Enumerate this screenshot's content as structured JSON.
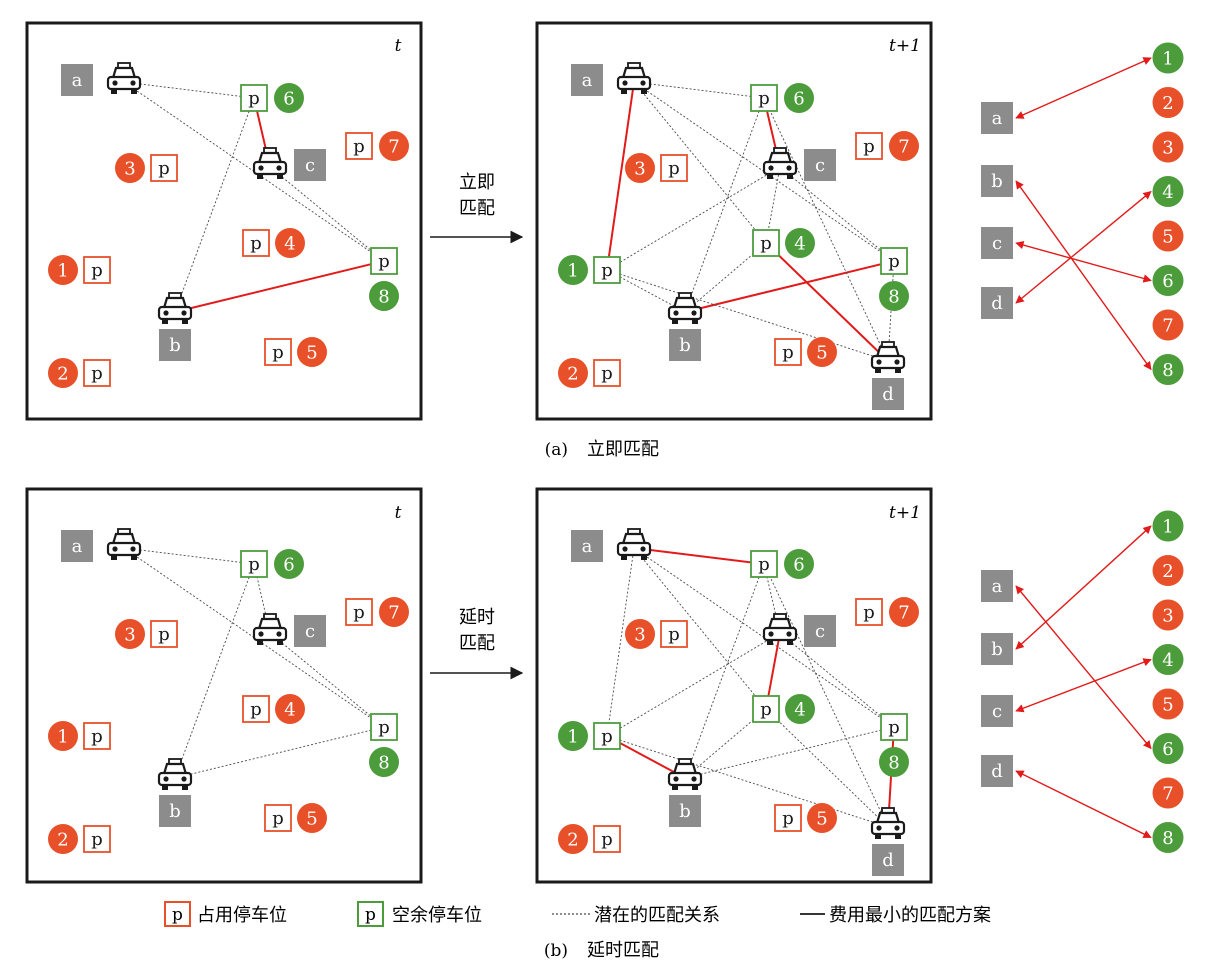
{
  "colors": {
    "occupied_red": "#e8502a",
    "vacant_green": "#4c9c3c",
    "car_box_gray": "#8c8c8c",
    "match_line_red": "#e21a1a",
    "potential_line": "#4a4a4a",
    "text_black": "#1a1a1a"
  },
  "icons": {
    "car": "taxi-car-icon",
    "parking": "parking-sign-icon"
  },
  "labels": {
    "time_t": "t",
    "time_t1": "t+1",
    "parking_letter": "p",
    "cars": [
      "a",
      "b",
      "c",
      "d"
    ],
    "slots": [
      "1",
      "2",
      "3",
      "4",
      "5",
      "6",
      "7",
      "8"
    ]
  },
  "panel_a": {
    "arrow_line1": "立即",
    "arrow_line2": "匹配",
    "caption_letter": "(a)",
    "caption_text": "立即匹配",
    "vacant_at_t": [
      6,
      8
    ],
    "vacant_at_t1": [
      1,
      4,
      6,
      8
    ],
    "matching": [
      {
        "car": "a",
        "slot": "1"
      },
      {
        "car": "b",
        "slot": "8"
      },
      {
        "car": "c",
        "slot": "6"
      },
      {
        "car": "d",
        "slot": "4"
      }
    ]
  },
  "panel_b": {
    "arrow_line1": "延时",
    "arrow_line2": "匹配",
    "caption_letter": "(b)",
    "caption_text": "延时匹配",
    "vacant_at_t": [
      6,
      8
    ],
    "vacant_at_t1": [
      1,
      4,
      6,
      8
    ],
    "matching": [
      {
        "car": "a",
        "slot": "6"
      },
      {
        "car": "b",
        "slot": "1"
      },
      {
        "car": "c",
        "slot": "4"
      },
      {
        "car": "d",
        "slot": "8"
      }
    ]
  },
  "legend": {
    "occupied": "占用停车位",
    "vacant": "空余停车位",
    "potential": "潜在的匹配关系",
    "minimum_cost": "费用最小的匹配方案"
  }
}
